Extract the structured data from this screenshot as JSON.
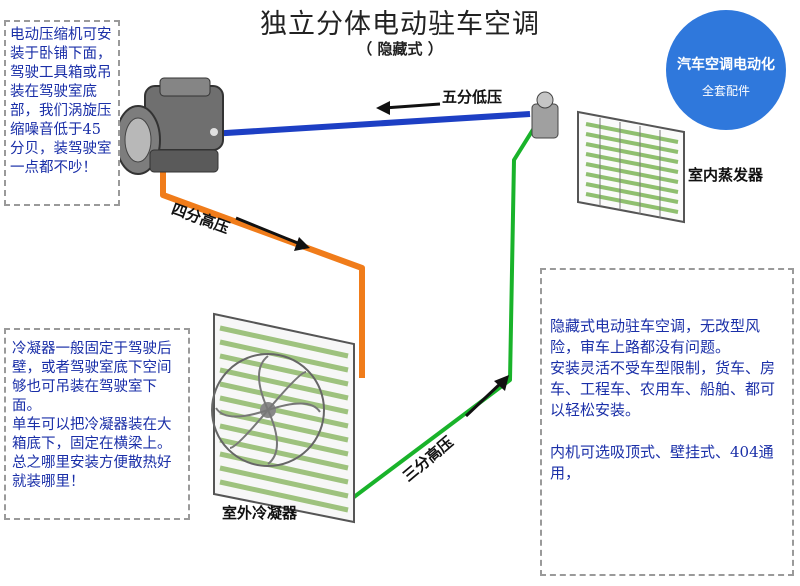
{
  "title": "独立分体电动驻车空调",
  "subtitle": "（ 隐藏式 ）",
  "badge": {
    "line1": "汽车空调电动化",
    "line2": "全套配件"
  },
  "note_compressor": "电动压缩机可安装于卧铺下面，驾驶工具箱或吊装在驾驶室底部，我们涡旋压缩噪音低于45分贝，装驾驶室一点都不吵！",
  "note_condenser": "冷凝器一般固定于驾驶后壁，或者驾驶室底下空间够也可吊装在驾驶室下面。\n单车可以把冷凝器装在大箱底下，固定在横梁上。\n  总之哪里安装方便散热好就装哪里！",
  "note_right": "隐藏式电动驻车空调，无改型风险，审车上路都没有问题。\n安装灵活不受车型限制，货车、房车、工程车、农用车、船舶、都可以轻松安装。\n\n内机可选吸顶式、壁挂式、404通用，",
  "labels": {
    "low_pressure": "五分低压",
    "high_pressure_4": "四分高压",
    "high_pressure_3": "三分高压",
    "evaporator": "室内蒸发器",
    "condenser": "室外冷凝器"
  },
  "colors": {
    "low_line": "#1d3fc4",
    "high_line_orange": "#f07c1a",
    "high_line_green": "#19b32a",
    "badge": "#2f78dc"
  }
}
